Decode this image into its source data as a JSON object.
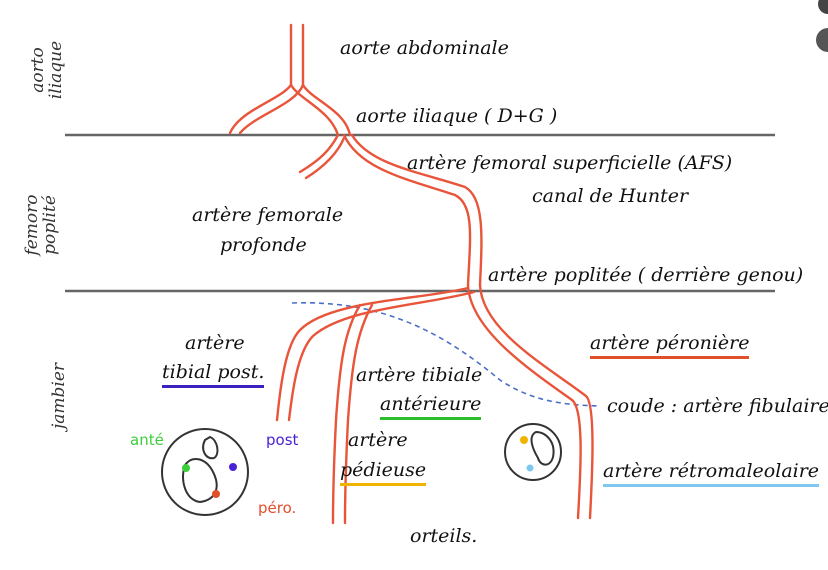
{
  "regions": {
    "aorto": "aorto\niliaque",
    "femoro": "femoro\npoplité",
    "jambier": "jambier"
  },
  "labels": {
    "aorte_abdominale": "aorte abdominale",
    "aorte_iliaque": "aorte iliaque ( D+G )",
    "afs_line1": "artère femoral superficielle (AFS)",
    "afs_line2": "canal de Hunter",
    "femorale_profonde_1": "artère femorale",
    "femorale_profonde_2": "profonde",
    "poplitee": "artère poplitée ( derrière genou)",
    "tibial_post_1": "artère",
    "tibial_post_2": "tibial post.",
    "tibiale_ant_1": "artère tibiale",
    "tibiale_ant_2": "antérieure",
    "pedieuse_1": "artère",
    "pedieuse_2": "pédieuse",
    "peroniere": "artère péronière",
    "coude": "coude : artère fibulaire",
    "retromaleolaire": "artère rétromaleolaire",
    "orteils": "orteils."
  },
  "cross_section_labels": {
    "ante": "anté",
    "post": "post",
    "pero": "péro."
  },
  "colors": {
    "artery": "#e8553a",
    "divider": "#666666",
    "ante": "#3ccf3c",
    "post": "#4a22d6",
    "pero": "#e0502a",
    "tibial_post_underline": "#3b1fbf",
    "tibiale_ant_underline": "#2bbf2b",
    "pedieuse_underline": "#f0b400",
    "peroniere_underline": "#e0502a",
    "retromaleolaire_underline": "#7ec8f0",
    "dashed_line": "#4a6fc8"
  }
}
